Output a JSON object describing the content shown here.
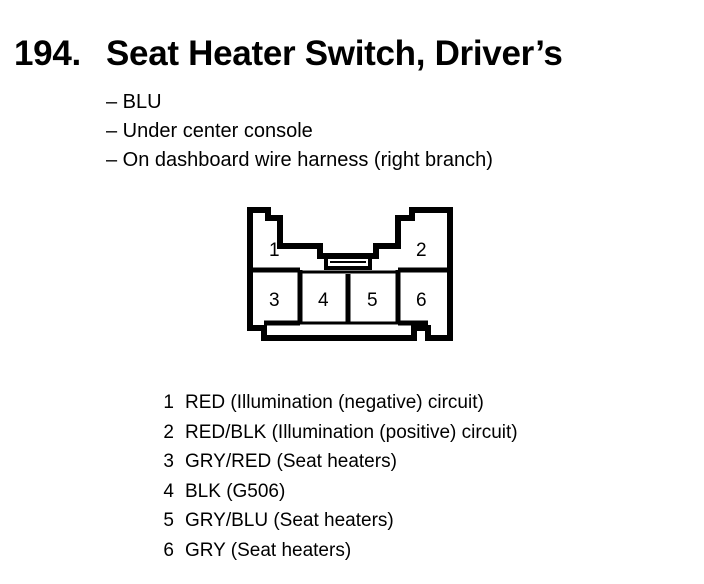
{
  "title": {
    "number": "194.",
    "text": "Seat Heater Switch, Driver’s"
  },
  "details": [
    "– BLU",
    "– Under center console",
    "– On dashboard wire harness (right branch)"
  ],
  "connector": {
    "cavities": [
      "1",
      "2",
      "3",
      "4",
      "5",
      "6"
    ]
  },
  "pins": [
    {
      "number": "1",
      "description": "RED (Illumination (negative) circuit)"
    },
    {
      "number": "2",
      "description": "RED/BLK (Illumination (positive) circuit)"
    },
    {
      "number": "3",
      "description": "GRY/RED (Seat heaters)"
    },
    {
      "number": "4",
      "description": "BLK (G506)"
    },
    {
      "number": "5",
      "description": "GRY/BLU (Seat heaters)"
    },
    {
      "number": "6",
      "description": "GRY (Seat heaters)"
    }
  ]
}
